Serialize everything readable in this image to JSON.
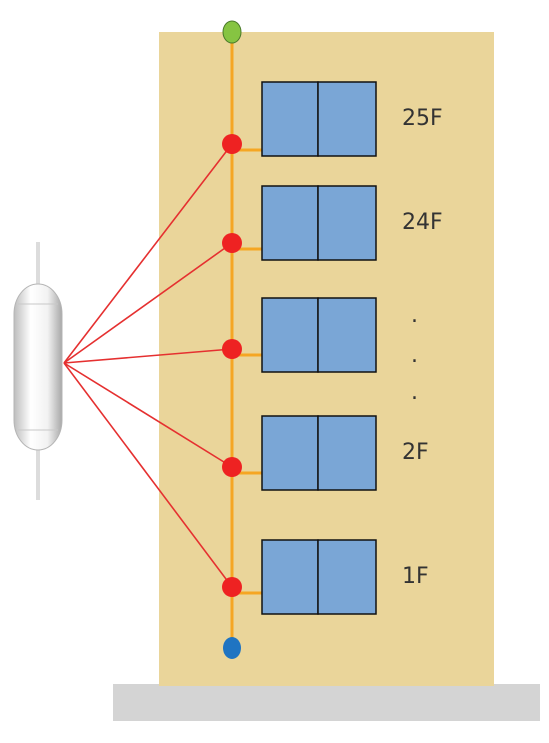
{
  "colors": {
    "building": "#ead59a",
    "ground": "#d4d4d4",
    "riser": "#f5a623",
    "window_fill": "#7aa6d6",
    "window_stroke": "#111111",
    "node_red": "#ee2222",
    "node_top": "#86c442",
    "node_bottom": "#1f74c2",
    "link_red": "#e53030",
    "device_body": "#f3f3f3",
    "device_cable": "#d9d9d9"
  },
  "floors": [
    {
      "label": "25F"
    },
    {
      "label": "24F"
    },
    {
      "label": ""
    },
    {
      "label": "2F"
    },
    {
      "label": "1F"
    }
  ],
  "ellipsis": [
    ".",
    ".",
    "."
  ]
}
